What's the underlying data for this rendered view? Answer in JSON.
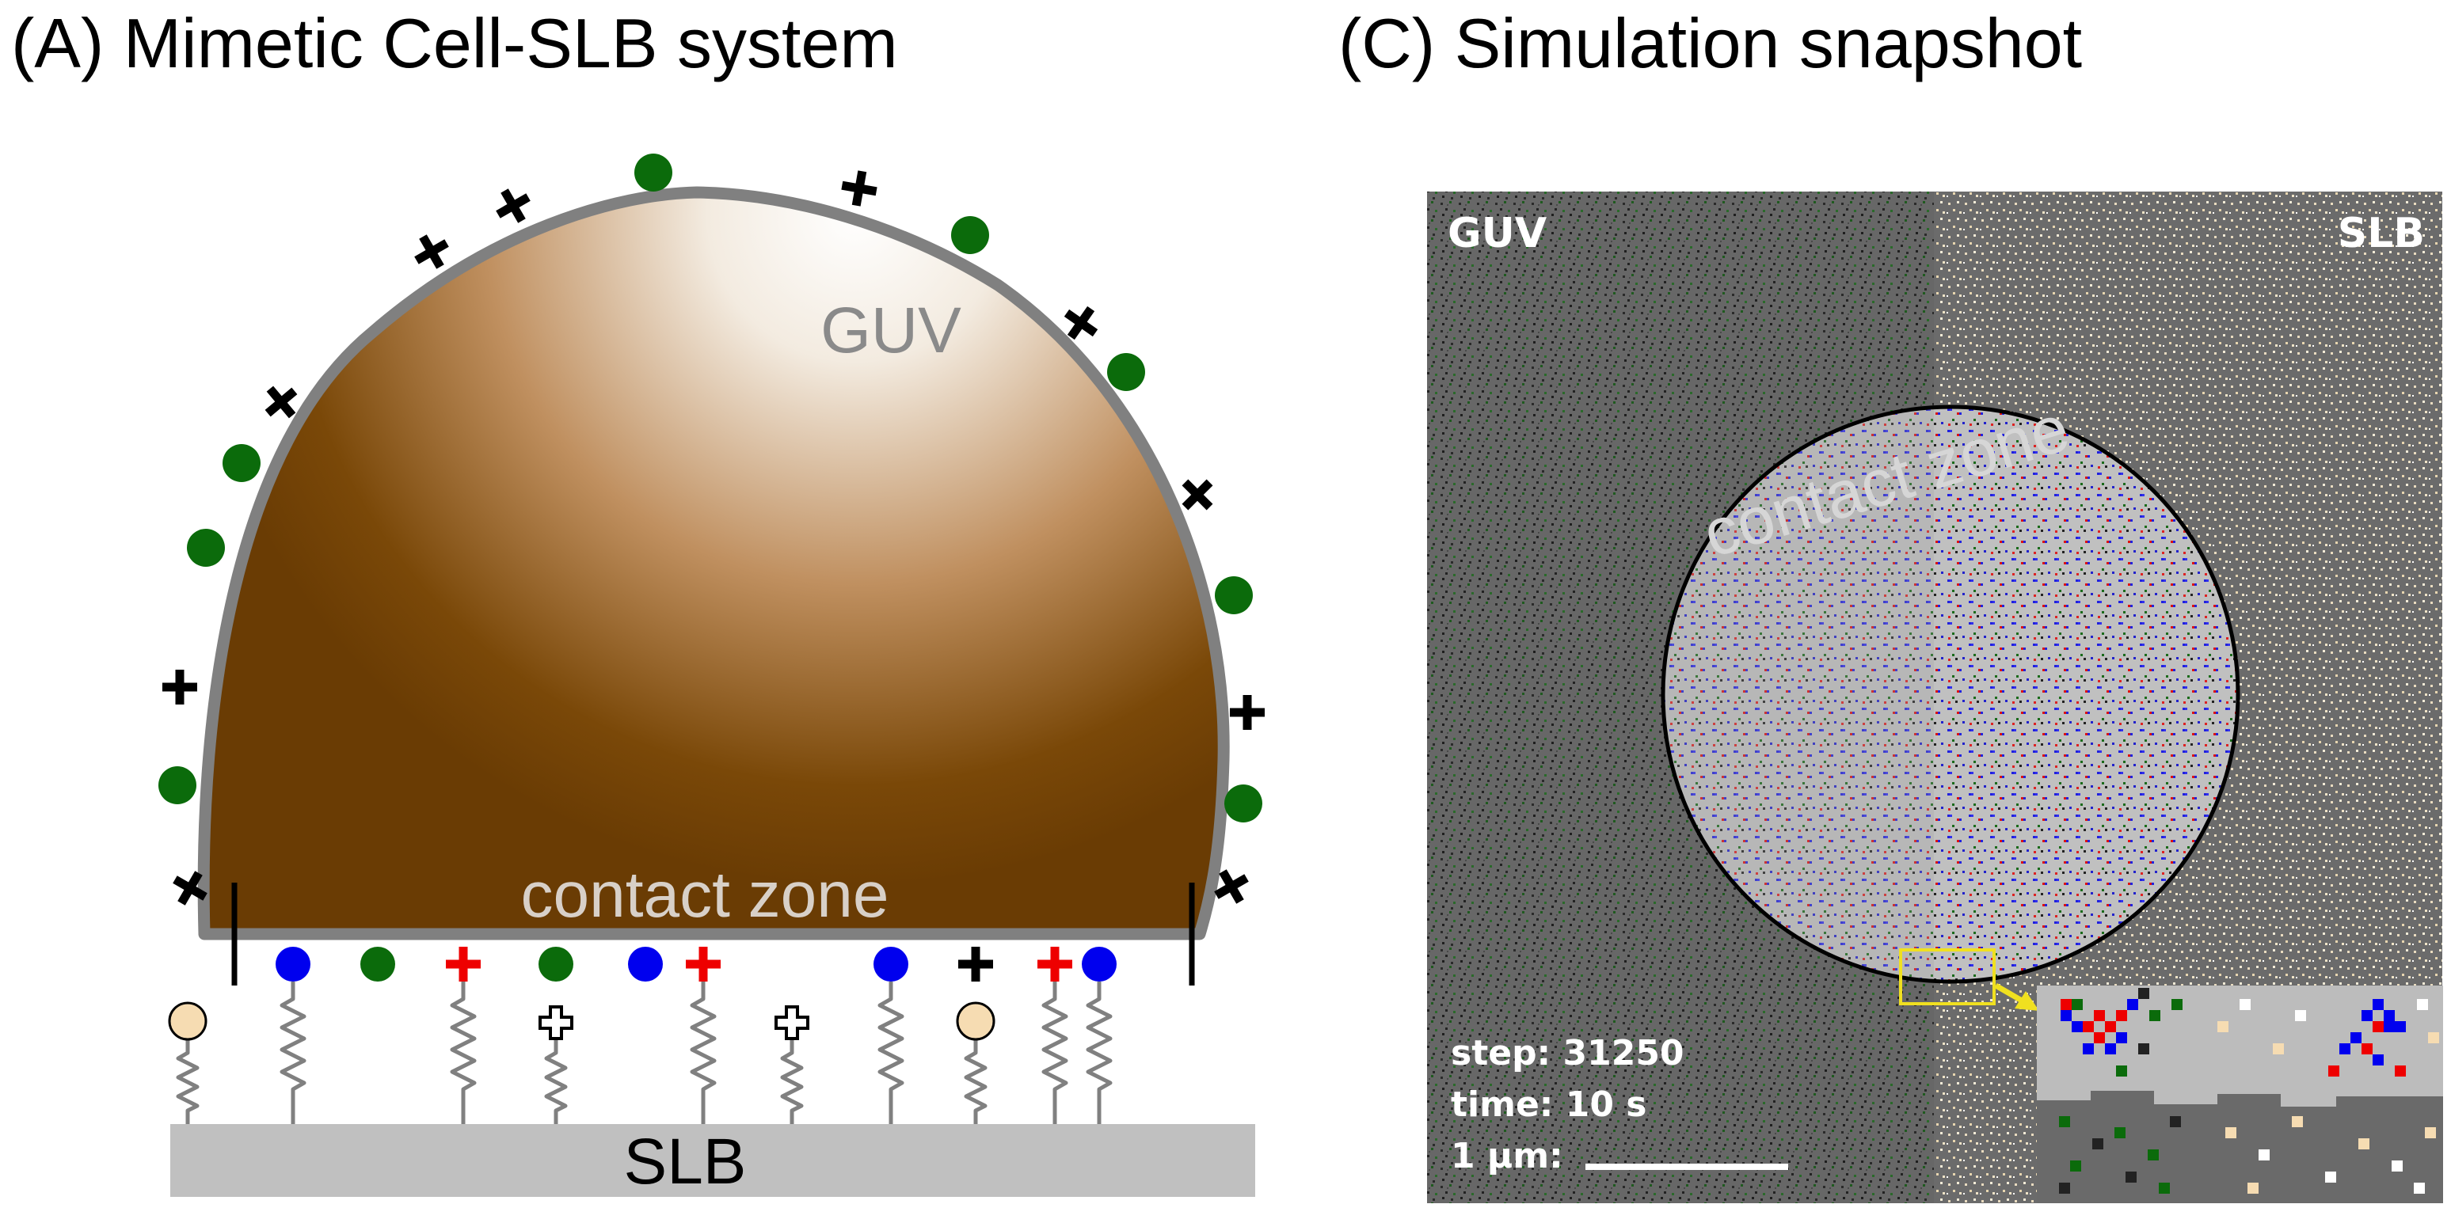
{
  "panel_a": {
    "title": "(A) Mimetic Cell-SLB system",
    "guv_label": "GUV",
    "contact_zone_label": "contact zone",
    "slb_label": "SLB"
  },
  "panel_c": {
    "title": "(C) Simulation snapshot",
    "guv_label": "GUV",
    "slb_label": "SLB",
    "contact_zone_label": "contact zone",
    "step_text": "step: 31250",
    "time_text": "time: 10 s",
    "scale_text": "1 µm:"
  },
  "colors": {
    "guv_membrane": "#808080",
    "guv_dark": "#7a4a0a",
    "green_marker": "#0b6b0b",
    "blue_marker": "#0000ee",
    "red_marker": "#ee0000",
    "tan_marker": "#f6dcb2",
    "slb_bar": "#c0c0c0",
    "sim_dark": "#666666",
    "sim_light": "#bfbfbf",
    "inset_box": "#f0e020"
  }
}
